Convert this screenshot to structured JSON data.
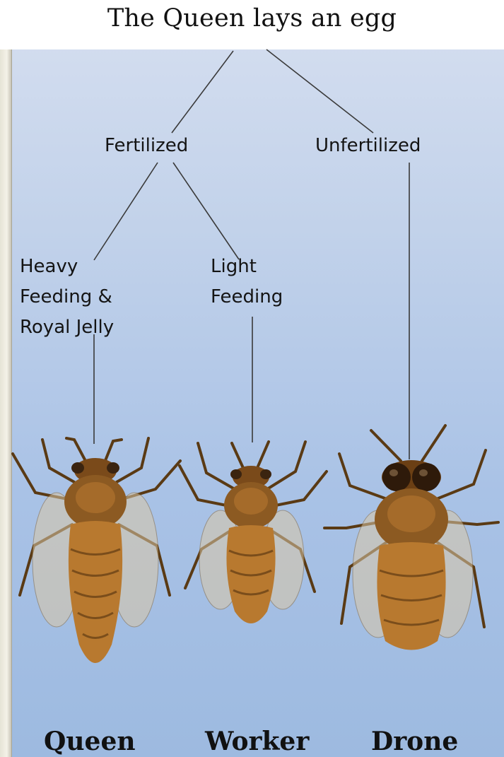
{
  "title": "The Queen lays an egg",
  "branches": {
    "fertilized": "Fertilized",
    "unfertilized": "Unfertilized",
    "heavy_feeding": [
      "Heavy",
      "Feeding &",
      "Royal Jelly"
    ],
    "light_feeding": [
      "Light",
      "Feeding"
    ]
  },
  "castes": {
    "queen": "Queen",
    "worker": "Worker",
    "drone": "Drone"
  },
  "colors": {
    "line": "#3a3a3a",
    "bee_body": "#b8792f",
    "bee_dark": "#6b4317"
  }
}
